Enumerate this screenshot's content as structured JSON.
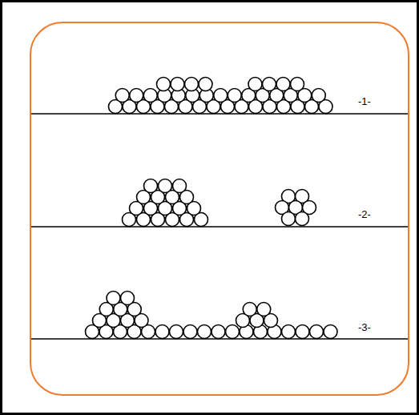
{
  "diagram": {
    "labels": [
      "-1-",
      "-2-",
      "-3-"
    ]
  }
}
